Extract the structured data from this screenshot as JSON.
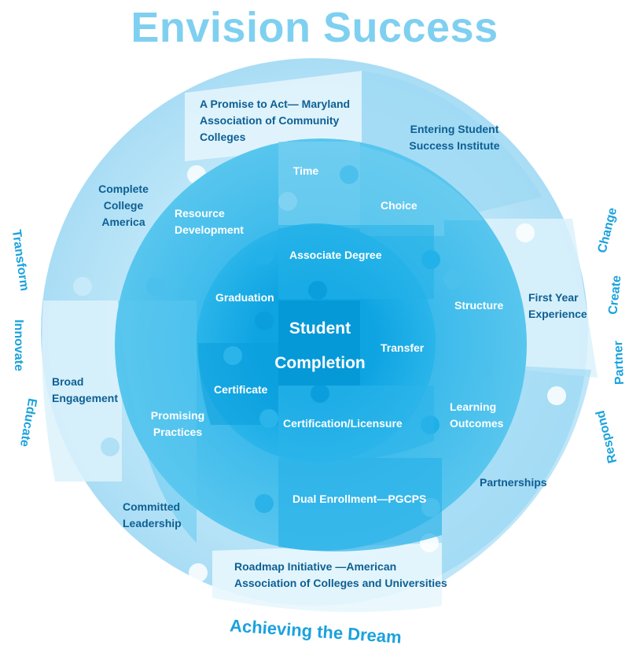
{
  "title": "Envision Success",
  "outer_ring": {
    "promise": "A Promise to Act— Maryland Association of Community Colleges",
    "entering": "Entering Student Success Institute",
    "complete_college": "Complete College America",
    "first_year": "First Year Experience",
    "broad": "Broad Engagement",
    "committed": "Committed Leadership",
    "partnerships": "Partnerships",
    "roadmap": "Roadmap Initiative —American Association of Colleges and Universities"
  },
  "middle_ring": {
    "time": "Time",
    "choice": "Choice",
    "resource": "Resource Development",
    "structure": "Structure",
    "promising": "Promising Practices",
    "learning": "Learning Outcomes",
    "dual": "Dual Enrollment—PGCPS"
  },
  "inner_ring": {
    "associate": "Associate Degree",
    "graduation": "Graduation",
    "transfer": "Transfer",
    "certificate": "Certificate",
    "certification": "Certification/Licensure"
  },
  "center": {
    "line1": "Student",
    "line2": "Completion"
  },
  "side_words": {
    "transform": "Transform",
    "innovate": "Innovate",
    "educate": "Educate",
    "change": "Change",
    "create": "Create",
    "partner": "Partner",
    "respond": "Respond",
    "achieving": "Achieving the Dream"
  },
  "colors": {
    "title": "#7fd0f0",
    "outer_ring": "#b6e3f8",
    "middle_ring": "#4cc0ec",
    "inner_ring": "#1fb0e8",
    "center": "#0a9fdc",
    "label_dark": "#0e5f93",
    "side_words": "#1aa2dd"
  }
}
